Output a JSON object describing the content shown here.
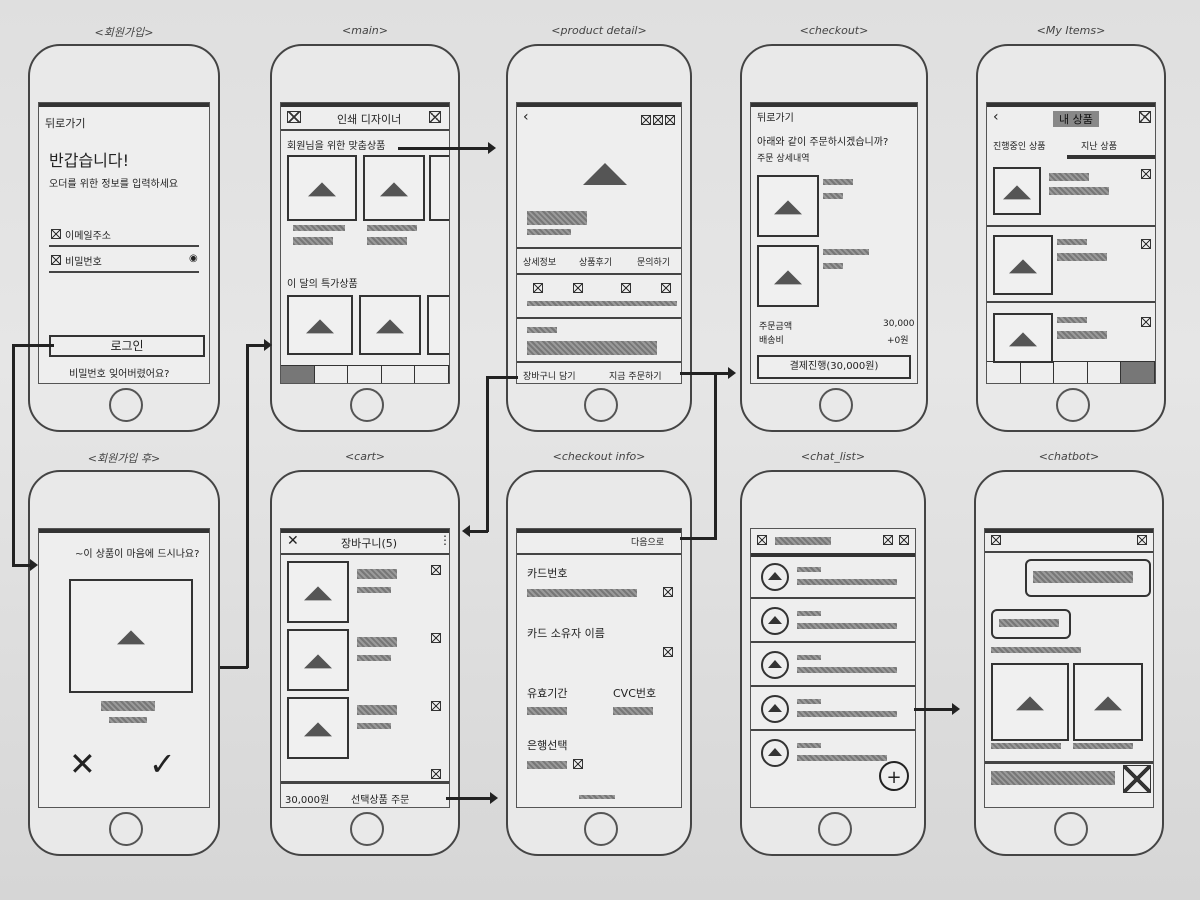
{
  "screens": {
    "signup": {
      "label": "<회원가입>",
      "back": "뒤로가기",
      "greeting": "반갑습니다!",
      "subtitle": "오더를 위한 정보를 입력하세요",
      "email": "이메일주소",
      "password": "비밀번호",
      "login_button": "로그인",
      "forgot": "비밀번호 잊어버렸어요?"
    },
    "taste": {
      "label": "<회원가입 후>",
      "question": "~이 상품이 마음에 드시나요?"
    },
    "main": {
      "label": "<main>",
      "title": "인쇄 디자이너",
      "section1": "회원님을 위한 맞춤상품",
      "section2": "이 달의 특가상품"
    },
    "cart": {
      "label": "<cart>",
      "title": "장바구니(5)",
      "total": "30,000원",
      "order_button": "선택상품 주문"
    },
    "product": {
      "label": "<product detail>",
      "tab1": "상세정보",
      "tab2": "상품후기",
      "tab3": "문의하기",
      "cart_button": "장바구니 담기",
      "buy_button": "지금 주문하기"
    },
    "checkout_info": {
      "label": "<checkout info>",
      "next": "다음으로",
      "card_number": "카드번호",
      "card_owner": "카드 소유자 이름",
      "expiry": "유효기간",
      "cvc": "CVC번호",
      "bank": "은행선택"
    },
    "checkout": {
      "label": "<checkout>",
      "back": "뒤로가기",
      "question": "아래와 같이 주문하시겠습니까?",
      "order_list": "주문 상세내역",
      "amount_label": "주문금액",
      "amount_value": "30,000",
      "delivery_label": "배송비",
      "delivery_value": "+0원",
      "pay_button": "결제진행(30,000원)"
    },
    "chat_list": {
      "label": "<chat_list>"
    },
    "myitems": {
      "label": "<My Items>",
      "title": "내 상품",
      "tab1": "진행중인 상품",
      "tab2": "지난 상품"
    },
    "chatbot": {
      "label": "<chatbot>"
    }
  }
}
